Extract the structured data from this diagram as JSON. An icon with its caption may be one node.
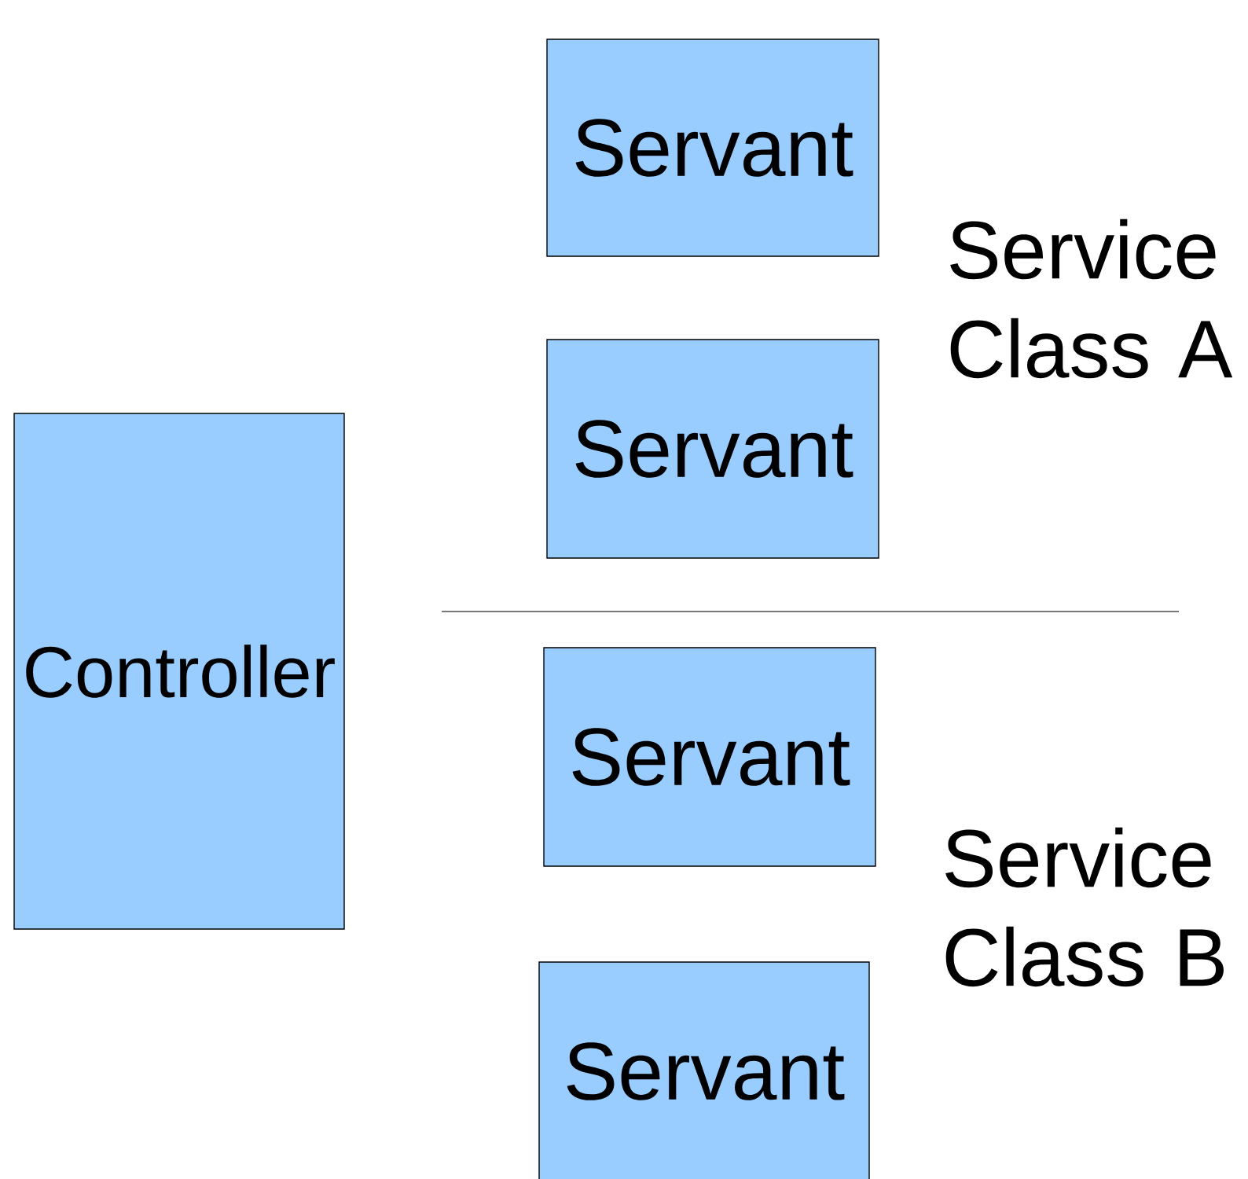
{
  "diagram": {
    "nodes": [
      {
        "text": [
          "Servant"
        ]
      },
      {
        "text": [
          "Servant"
        ]
      },
      {
        "text": [
          "Controller"
        ]
      },
      {
        "text": [
          "Servant"
        ]
      },
      {
        "text": [
          "Servant"
        ]
      }
    ],
    "labels": [
      "Service Class A",
      "Service Class B"
    ]
  }
}
